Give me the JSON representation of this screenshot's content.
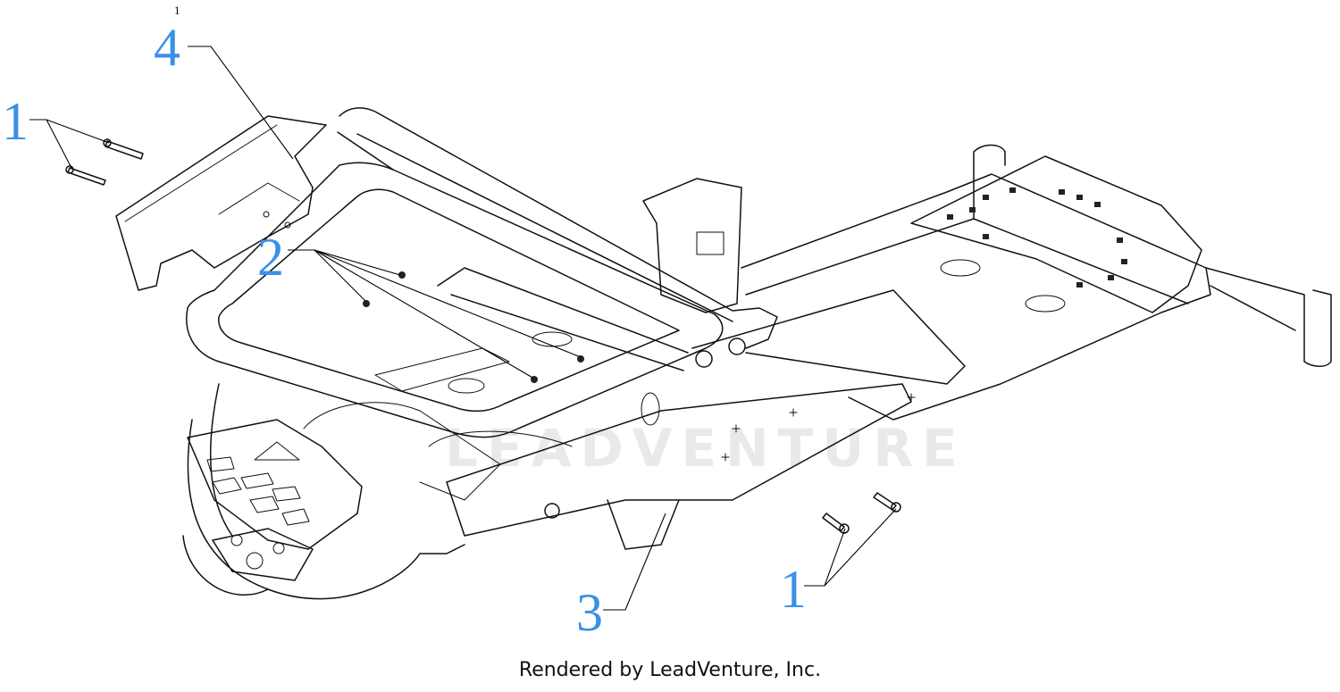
{
  "small_index": "1",
  "callouts": {
    "c4": "4",
    "c1_top": "1",
    "c2": "2",
    "c3": "3",
    "c1_bottom": "1"
  },
  "watermark": "LEADVENTURE",
  "caption": "Rendered by LeadVenture, Inc.",
  "colors": {
    "callout": "#3b8fe8",
    "line": "#111111",
    "watermark": "#e9e9e9"
  }
}
